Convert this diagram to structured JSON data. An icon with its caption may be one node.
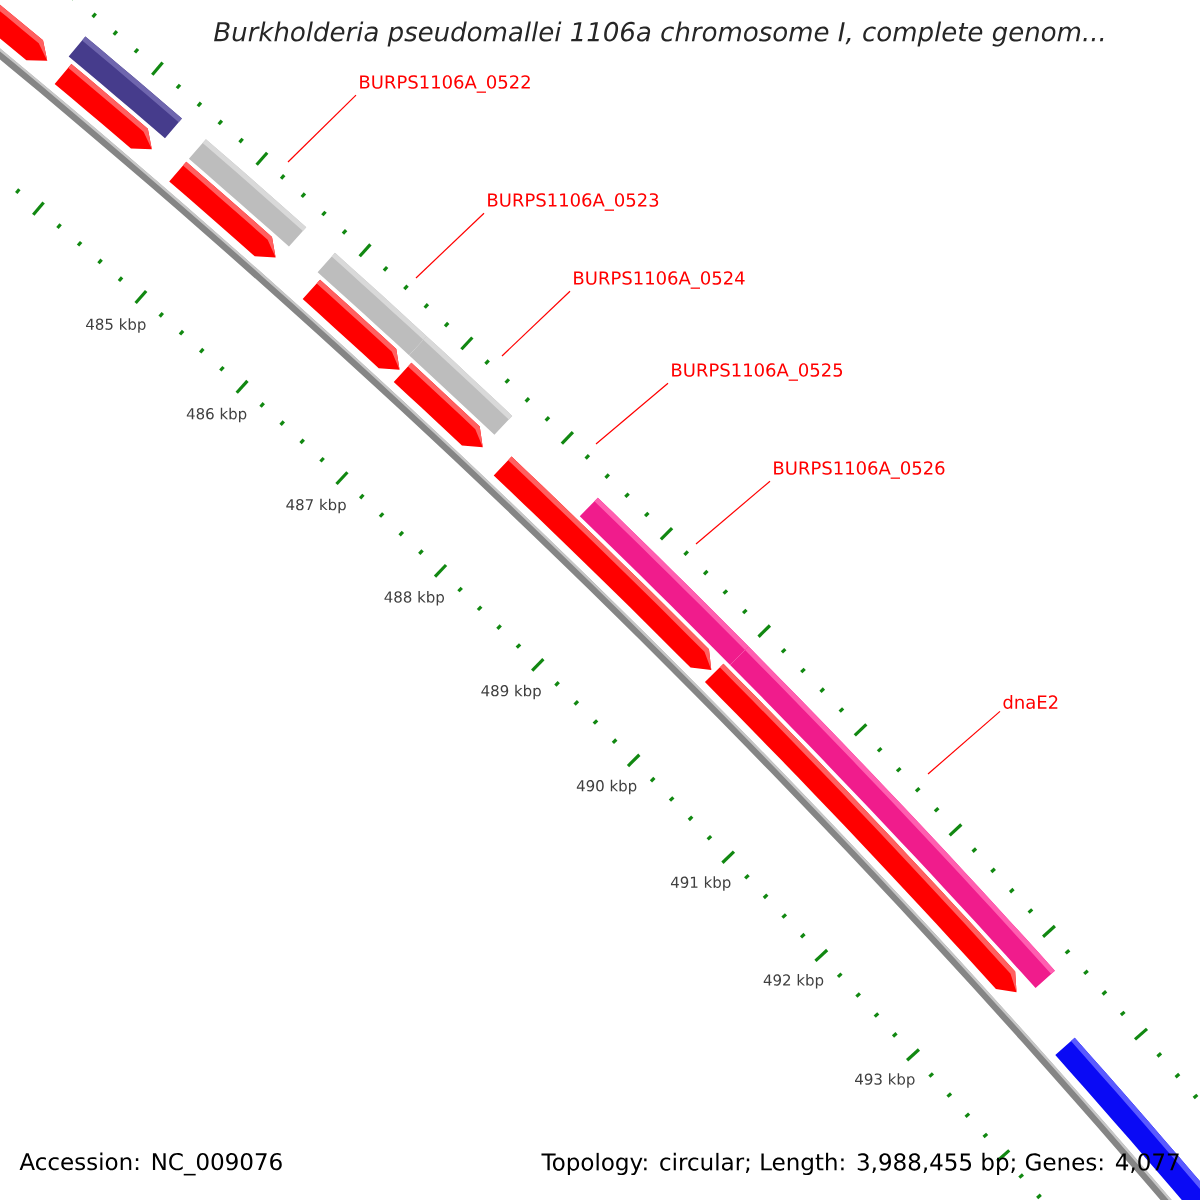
{
  "diagram": {
    "title": "Burkholderia pseudomallei 1106a chromosome I, complete genom...",
    "nodes": [
      {
        "text": [
          "BURPS1106A_0522"
        ]
      },
      {
        "text": [
          "BURPS1106A_0523"
        ]
      },
      {
        "text": [
          "BURPS1106A_0524"
        ]
      },
      {
        "text": [
          "BURPS1106A_0525"
        ]
      },
      {
        "text": [
          "BURPS1106A_0526"
        ]
      },
      {
        "text": [
          "dnaE2"
        ]
      }
    ],
    "edges": [
      {
        "from": 0,
        "to": null,
        "arrow": "none"
      },
      {
        "from": 1,
        "to": null,
        "arrow": "none"
      },
      {
        "from": 2,
        "to": null,
        "arrow": "none"
      },
      {
        "from": 3,
        "to": null,
        "arrow": "none"
      },
      {
        "from": 4,
        "to": null,
        "arrow": "none"
      },
      {
        "from": 5,
        "to": null,
        "arrow": "none"
      }
    ],
    "labels": [
      "485 kbp",
      "486 kbp",
      "487 kbp",
      "488 kbp",
      "489 kbp",
      "490 kbp",
      "491 kbp",
      "492 kbp",
      "493 kbp",
      "Accession: NC_009076",
      "Topology: circular; Length: 3,988,455 bp; Genes: 4,077"
    ]
  }
}
